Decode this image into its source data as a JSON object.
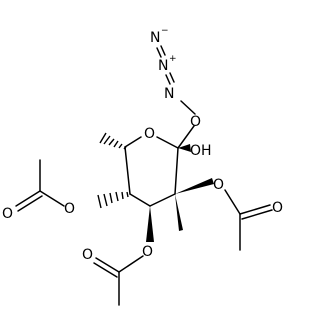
{
  "molecule": {
    "atoms": {
      "ring_oxygen": "O",
      "anomeric_hydroxyl": "OH",
      "link_oxygen": "O",
      "azide_n1": "N",
      "azide_n2": "N",
      "azide_n2_charge": "+",
      "azide_n3": "N",
      "azide_n3_charge": "−",
      "acetoxy_left_ether_o": "O",
      "acetoxy_left_carbonyl_o": "O",
      "acetoxy_bottom_ether_o": "O",
      "acetoxy_bottom_carbonyl_o": "O",
      "acetoxy_right_ether_o": "O",
      "acetoxy_right_carbonyl_o": "O"
    }
  }
}
